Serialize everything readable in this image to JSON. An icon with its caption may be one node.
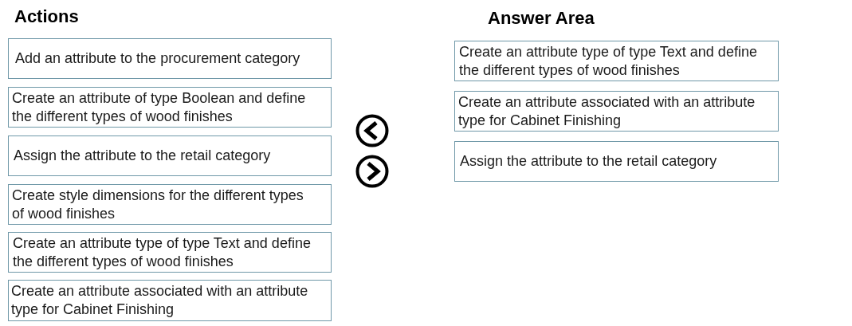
{
  "diagram": {
    "nodes": [
      {
        "text": [
          "Add an attribute to the procurement category"
        ]
      },
      {
        "text": [
          "Create an attribute of type Boolean and define the different types of wood finishes"
        ]
      },
      {
        "text": [
          "Assign the attribute to the retail category"
        ]
      },
      {
        "text": [
          "Create style dimensions for the different types of wood finishes"
        ]
      },
      {
        "text": [
          "Create an attribute type of type Text and define the different types of wood finishes"
        ]
      },
      {
        "text": [
          "Create an attribute associated with an attribute type for Cabinet Finishing"
        ]
      },
      {
        "text": [
          "Create an attribute type of type Text and define the different types of wood finishes"
        ]
      },
      {
        "text": [
          "Create an attribute associated with an attribute type for Cabinet Finishing"
        ]
      },
      {
        "text": [
          "Assign the attribute to the retail category"
        ]
      }
    ],
    "labels": [
      "Actions",
      "Answer Area"
    ]
  }
}
